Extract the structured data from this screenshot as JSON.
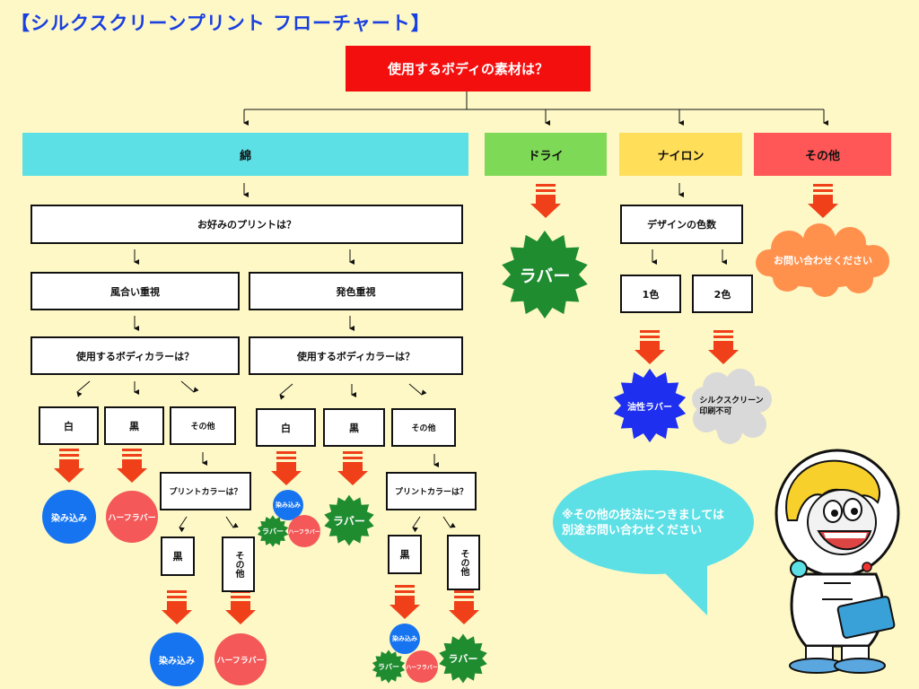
{
  "title": "【シルクスクリーンプリント フローチャート】",
  "root_question": "使用するボディの素材は？",
  "materials": {
    "cotton": "綿",
    "dry": "ドライ",
    "nylon": "ナイロン",
    "other": "その他"
  },
  "cotton_branch": {
    "question": "お好みのプリントは？",
    "texture": "風合い重視",
    "vivid": "発色重視",
    "body_color_q": "使用するボディカラーは？",
    "white": "白",
    "black": "黒",
    "other": "その他",
    "print_color_q": "プリントカラーは？"
  },
  "results": {
    "dye": "染み込み",
    "half_rubber": "ハーフラバー",
    "rubber": "ラバー",
    "oil_rubber": "油性ラバー",
    "not_printable": "シルクスクリーン\n印刷不可",
    "contact": "お問い合わせください"
  },
  "nylon_branch": {
    "question": "デザインの色数",
    "one_color": "1色",
    "two_color": "2色"
  },
  "speech_bubble": "※その他の技法につきましては\n別途お問い合わせください",
  "colors": {
    "root": "#f40f0f",
    "cotton": "#5ce0e6",
    "dry": "#7ed957",
    "nylon": "#ffde59",
    "other": "#ff5757",
    "arrow": "#f0401a",
    "dye": "#1674f0",
    "half_rubber": "#f45858",
    "rubber": "#1f8c30",
    "oil_rubber": "#1e2ff0",
    "not_printable": "#d9d9d9",
    "cloud": "#ff914d",
    "bubble": "#5ce0e6"
  }
}
